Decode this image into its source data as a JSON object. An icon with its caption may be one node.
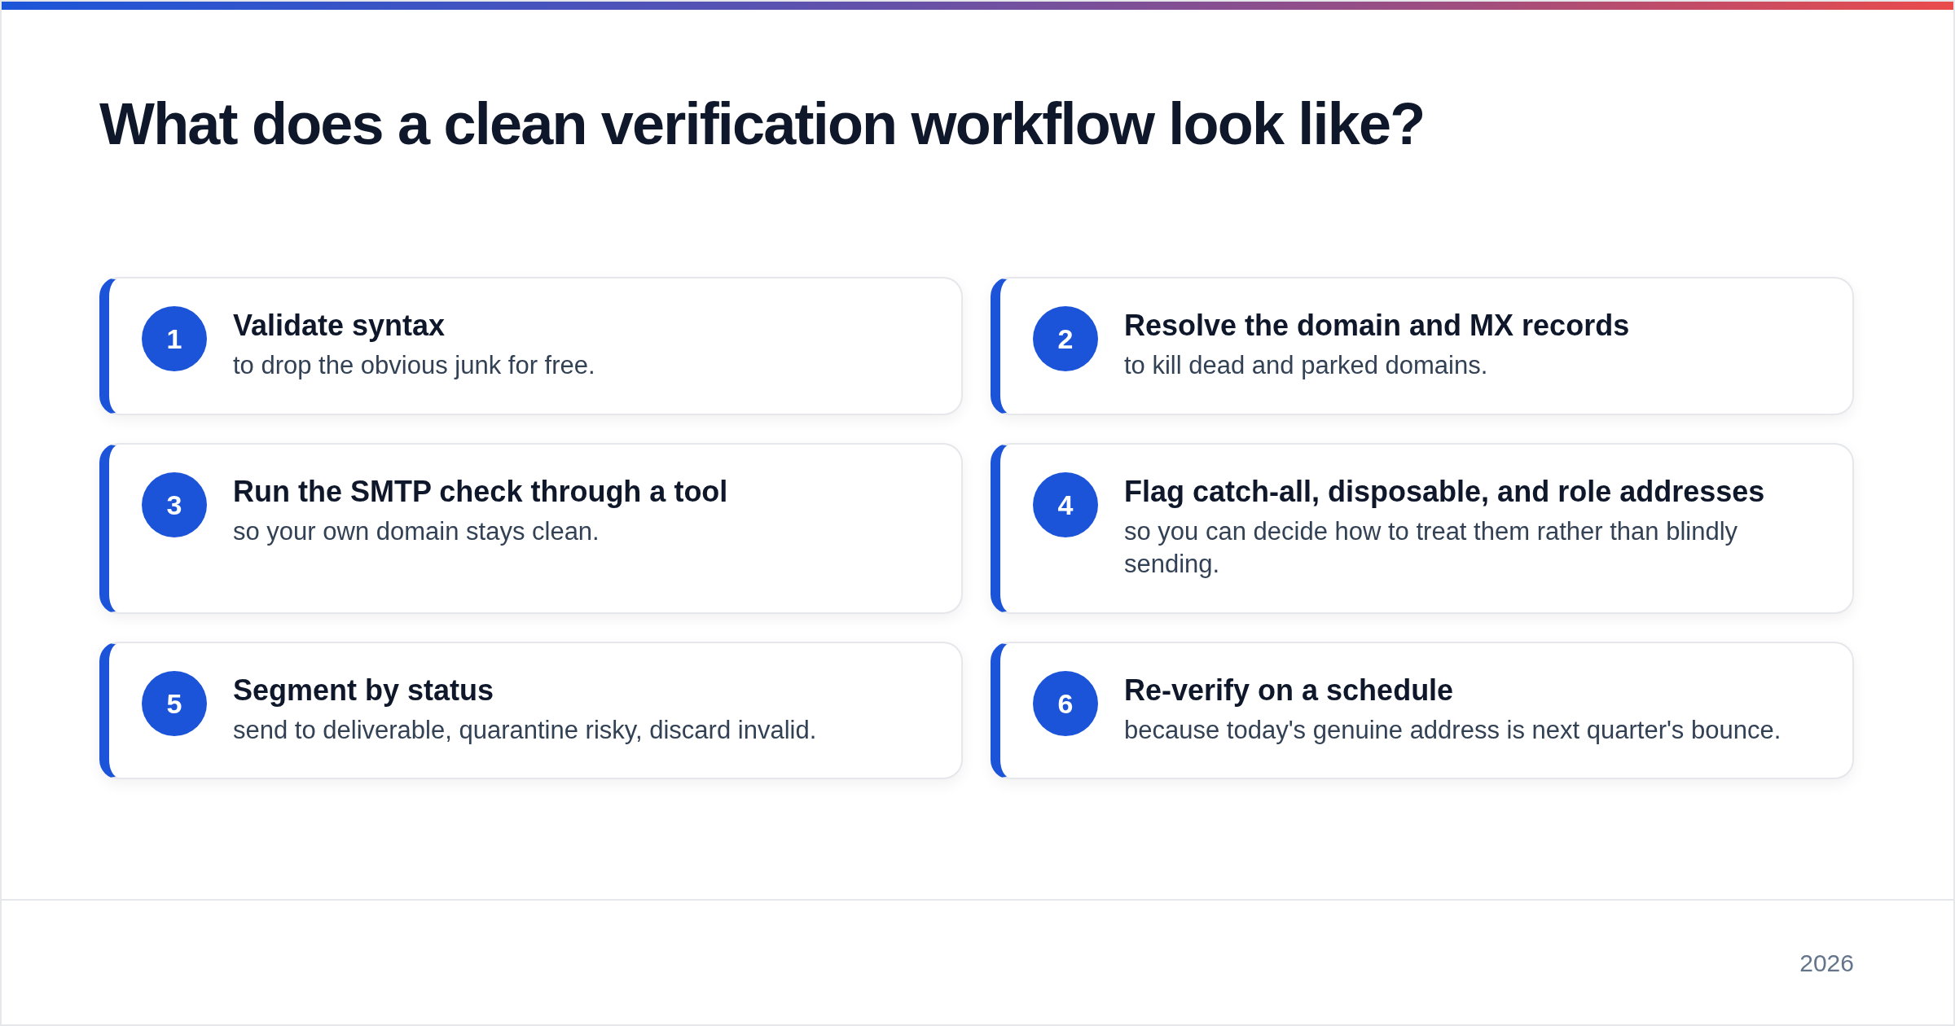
{
  "diagram": {
    "title": "What does a clean verification workflow look like?",
    "nodes": [
      {
        "text": [
          "Validate syntax",
          "to drop the obvious junk for free."
        ]
      },
      {
        "text": [
          "1"
        ],
        "in": 0
      },
      {
        "text": [
          "Resolve the domain and MX records",
          "to kill dead and parked domains."
        ]
      },
      {
        "text": [
          "2"
        ],
        "in": 2
      },
      {
        "text": [
          "Run the SMTP check through a tool",
          "so your own domain stays clean."
        ]
      },
      {
        "text": [
          "3"
        ],
        "in": 4
      },
      {
        "text": [
          "Flag catch-all, disposable, and role addresses",
          "so you can decide how to treat them rather than blindly sending."
        ]
      },
      {
        "text": [
          "4"
        ],
        "in": 6
      },
      {
        "text": [
          "Segment by status",
          "send to deliverable, quarantine risky, discard invalid."
        ]
      },
      {
        "text": [
          "5"
        ],
        "in": 8
      },
      {
        "text": [
          "Re-verify on a schedule",
          "because today's genuine address is next quarter's bounce."
        ]
      },
      {
        "text": [
          "6"
        ],
        "in": 10
      }
    ],
    "labels": [
      "2026"
    ]
  }
}
